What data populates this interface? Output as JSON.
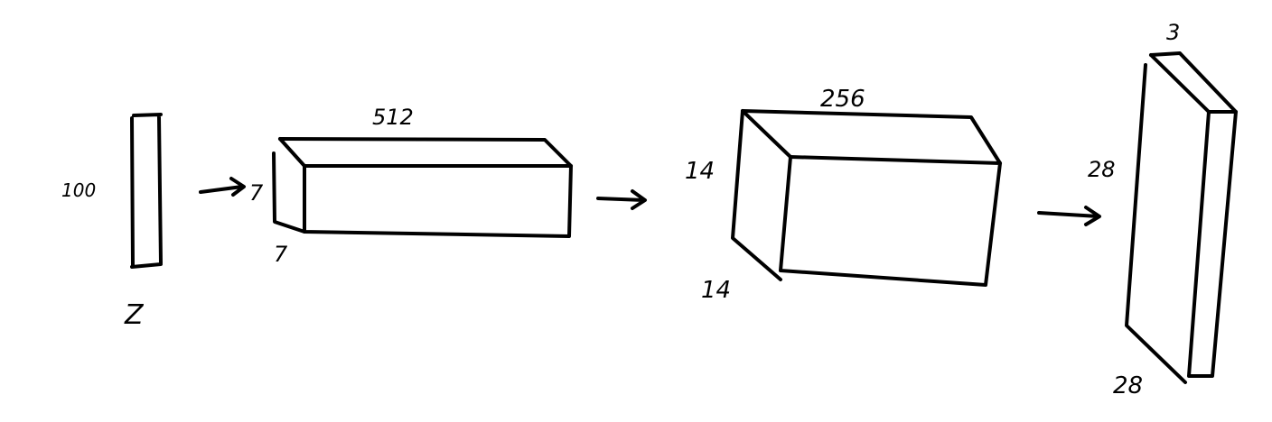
{
  "diagram": {
    "z_vector": {
      "dim_label": "100",
      "name_label": "Z"
    },
    "block1": {
      "height_label": "7",
      "depth_label": "7",
      "width_label": "512"
    },
    "block2": {
      "height_label": "14",
      "depth_label": "14",
      "width_label": "256"
    },
    "block3": {
      "height_label": "28",
      "depth_label": "28",
      "width_label": "3"
    }
  },
  "colors": {
    "ink": "#000000",
    "background": "#ffffff"
  }
}
